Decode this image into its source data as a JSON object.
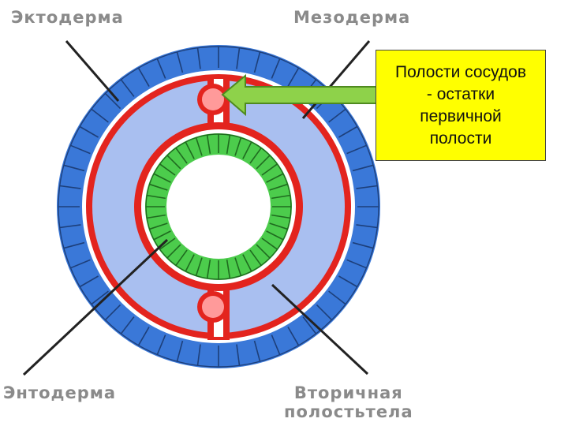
{
  "labels": {
    "ectoderm": "Эктодерма",
    "mesoderm": "Мезодерма",
    "endoderm": "Энтодерма",
    "secondary_cavity_line1": "Вторичная",
    "secondary_cavity_line2": "полостьтела"
  },
  "callout": {
    "text": "Полости сосудов\n- остатки\nпервичной\nполости"
  },
  "colors": {
    "ectoderm": "#3a78d8",
    "mesoderm": "#e3241e",
    "coelom": "#a9bff0",
    "endoderm": "#4ccc4c",
    "vessel": "#ff9a9a",
    "callout_bg": "#ffff00",
    "arrow": "#8ed24a"
  }
}
